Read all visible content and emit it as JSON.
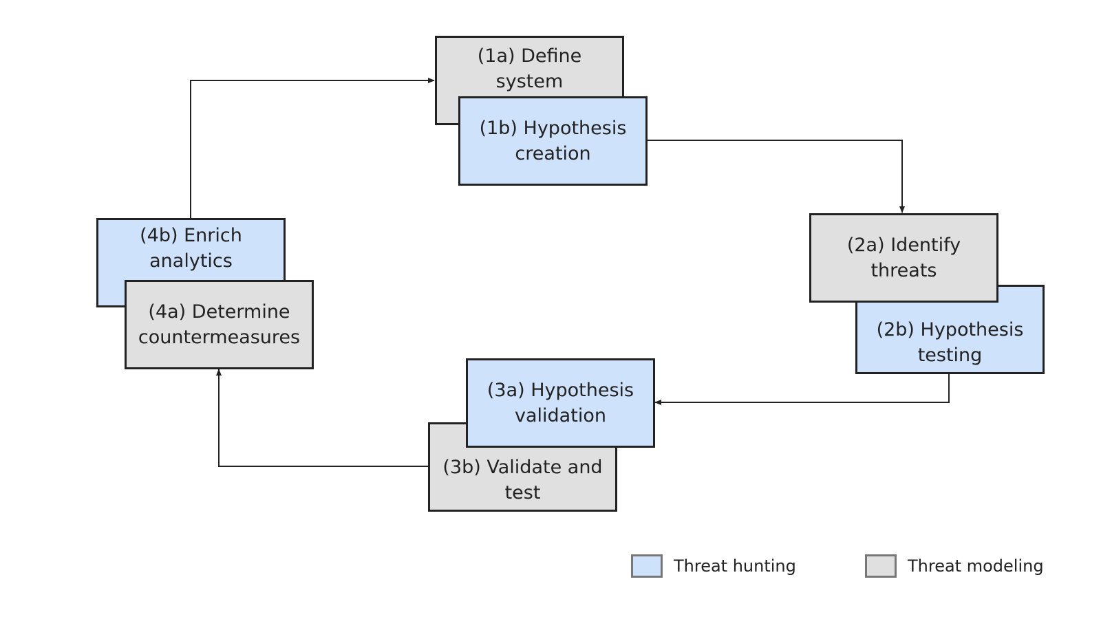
{
  "colors": {
    "threat_hunting_fill": "#cfe2fb",
    "threat_modeling_fill": "#e0e0e0",
    "border": "#222222",
    "swatch_border": "#777777"
  },
  "boxes": {
    "b1a": {
      "line1": "(1a) Define",
      "line2": "system"
    },
    "b1b": {
      "line1": "(1b) Hypothesis",
      "line2": "creation"
    },
    "b2a": {
      "line1": "(2a) Identify",
      "line2": "threats"
    },
    "b2b": {
      "line1": "(2b) Hypothesis",
      "line2": "testing"
    },
    "b3a": {
      "line1": "(3a) Hypothesis",
      "line2": "validation"
    },
    "b3b": {
      "line1": "(3b) Validate and",
      "line2": "test"
    },
    "b4a": {
      "line1": "(4a) Determine",
      "line2": "countermeasures"
    },
    "b4b": {
      "line1": "(4b) Enrich",
      "line2": "analytics"
    }
  },
  "legend": {
    "hunting": "Threat hunting",
    "modeling": "Threat modeling"
  }
}
